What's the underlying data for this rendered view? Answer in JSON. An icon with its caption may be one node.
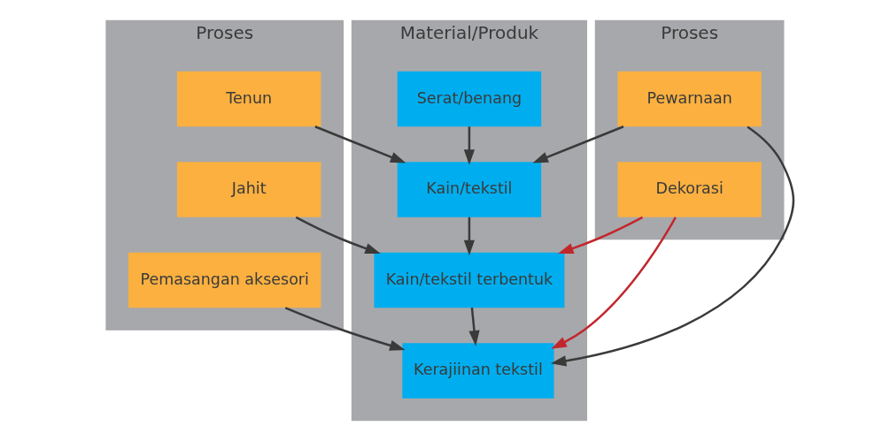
{
  "diagram": {
    "nodes": [
      {
        "text": [
          "Proses"
        ]
      },
      {
        "text": [
          "Material/Produk"
        ]
      },
      {
        "text": [
          "Proses"
        ]
      },
      {
        "text": [
          "Tenun"
        ],
        "in": 0
      },
      {
        "text": [
          "Jahit"
        ],
        "in": 0
      },
      {
        "text": [
          "Pemasangan aksesori"
        ],
        "in": 0
      },
      {
        "text": [
          "Serat/benang"
        ],
        "in": 1
      },
      {
        "text": [
          "Kain/tekstil"
        ],
        "in": 1
      },
      {
        "text": [
          "Kain/tekstil terbentuk"
        ],
        "in": 1
      },
      {
        "text": [
          "Kerajiinan tekstil"
        ],
        "in": 1
      },
      {
        "text": [
          "Pewarnaan"
        ],
        "in": 2
      },
      {
        "text": [
          "Dekorasi"
        ],
        "in": 2
      }
    ],
    "edges": [
      {
        "from": 6,
        "to": 7,
        "arrow": "to"
      },
      {
        "from": 7,
        "to": 8,
        "arrow": "to"
      },
      {
        "from": 8,
        "to": 9,
        "arrow": "to"
      },
      {
        "from": 3,
        "to": 7,
        "arrow": "to"
      },
      {
        "from": 4,
        "to": 8,
        "arrow": "to"
      },
      {
        "from": 5,
        "to": 9,
        "arrow": "to"
      },
      {
        "from": 10,
        "to": 7,
        "arrow": "to"
      },
      {
        "from": 10,
        "to": 9,
        "arrow": "to"
      },
      {
        "from": 11,
        "to": 8,
        "arrow": "to",
        "color": "#c1272d"
      },
      {
        "from": 11,
        "to": 9,
        "arrow": "to",
        "color": "#c1272d"
      }
    ]
  }
}
